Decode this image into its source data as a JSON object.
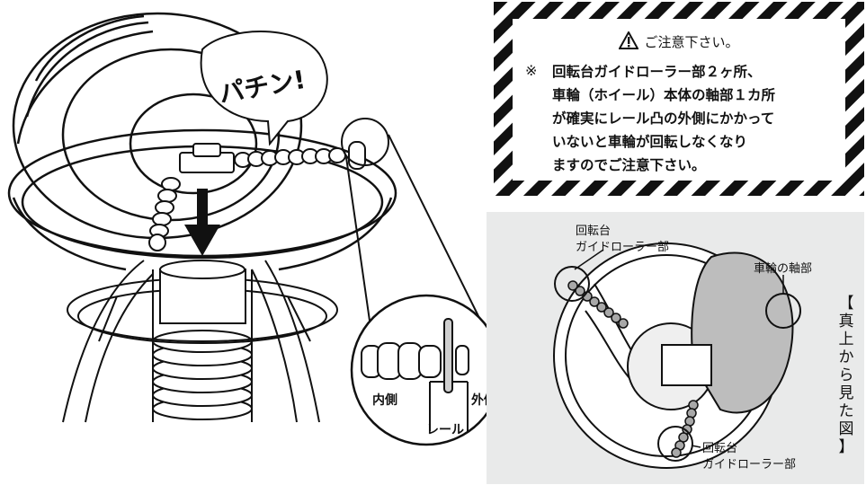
{
  "speech": {
    "text": "パチン!"
  },
  "caution": {
    "heading": "ご注意下さい。",
    "mark": "※",
    "lines": [
      "回転台ガイドローラー部２ヶ所、",
      "車輪（ホイール）本体の軸部１カ所",
      "が確実にレール凸の外側にかかって",
      "いないと車輪が回転しなくなり",
      "ますのでご注意下さい。"
    ]
  },
  "zoom": {
    "inner_label": "内側",
    "outer_label": "外側",
    "rail_label": "レール"
  },
  "top_view": {
    "title_vertical": [
      "【",
      "真",
      "上",
      "か",
      "ら",
      "見",
      "た",
      "図",
      "】"
    ],
    "guide_roller_top": {
      "line1": "回転台",
      "line2": "ガイドローラー部"
    },
    "guide_roller_bottom": {
      "line1": "回転台",
      "line2": "ガイドローラー部"
    },
    "axle_label": "車輪の軸部"
  },
  "colors": {
    "line": "#111111",
    "panel_bg": "#e9eaea",
    "wheel_fill": "#bdbdbd",
    "rail_fill": "#cfcfcf"
  }
}
